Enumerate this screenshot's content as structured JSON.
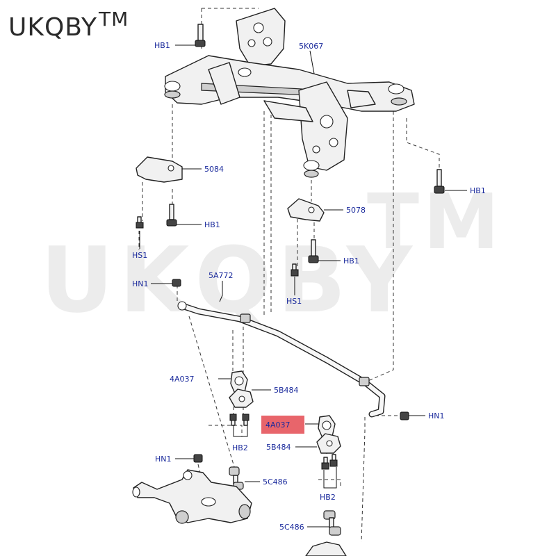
{
  "brand": {
    "name": "UKQBY",
    "mark": "TM"
  },
  "watermark": {
    "main": "UKQBY",
    "mark": "TM"
  },
  "labels": {
    "hb1_top": "HB1",
    "subframe": "5K067",
    "bracket_left": "5084",
    "hb1_left": "HB1",
    "hs1_left": "HS1",
    "hb1_right": "HB1",
    "bracket_right": "5078",
    "hb1_mid": "HB1",
    "hs1_mid": "HS1",
    "hn1_top": "HN1",
    "stabilizer_bar": "5A772",
    "bushing_left": "4A037",
    "clamp_left": "5B484",
    "bushing_right": "4A037",
    "hn1_right": "HN1",
    "clamp_right": "5B484",
    "hb2_left": "HB2",
    "hn1_bottom": "HN1",
    "link_left": "5C486",
    "hb2_right": "HB2",
    "link_right": "5C486"
  },
  "highlight": {
    "label_key": "bushing_right",
    "color": "#e8656b"
  }
}
